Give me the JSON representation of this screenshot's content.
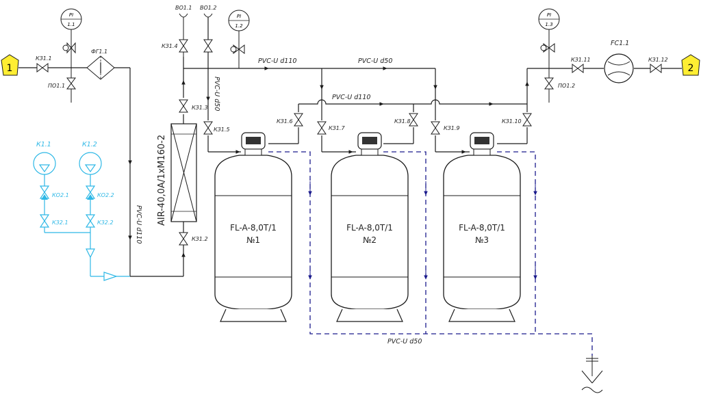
{
  "colors": {
    "line": "#1a1a1a",
    "drain": "#1a1a8c",
    "chem": "#2eb8e6",
    "marker": "#ffee33"
  },
  "markers": {
    "inlet": "1",
    "outlet": "2"
  },
  "pipes": {
    "main_d110": "PVC-U d110",
    "main_d50": "PVC-U d50",
    "cross_d110": "PVC-U d110",
    "drain_d50": "PVC-U d50",
    "air_d50": "PVC-U d50",
    "vert_d110": "PVC-U d110"
  },
  "filter_label": "ФГ1.1",
  "flow_meter_label": "FC1.1",
  "aerator_label": "AIR-40,0A/1xM160-2",
  "gauges": [
    {
      "top": "PI",
      "bottom": "1.1"
    },
    {
      "top": "PI",
      "bottom": "1.2"
    },
    {
      "top": "PI",
      "bottom": "1.3"
    }
  ],
  "valves": {
    "kz11": "КЗ1.1",
    "po11": "ПО1.1",
    "kz14": "КЗ1.4",
    "kz13": "КЗ1.3",
    "kz15": "КЗ1.5",
    "kz12": "КЗ1.2",
    "kz16": "КЗ1.6",
    "kz17": "КЗ1.7",
    "kz18": "КЗ1.8",
    "kz19": "КЗ1.9",
    "kz110": "КЗ1.10",
    "kz111": "КЗ1.11",
    "kz112": "КЗ1.12",
    "po12": "ПО1.2",
    "vo11": "ВО1.1",
    "vo12": "ВО1.2"
  },
  "chem": {
    "k11": "К1.1",
    "k12": "К1.2",
    "ko21": "КО2.1",
    "ko22": "КО2.2",
    "kz21": "КЗ2.1",
    "kz22": "КЗ2.2"
  },
  "tanks": [
    {
      "model": "FL-A-8,0T/1",
      "num": "№1"
    },
    {
      "model": "FL-A-8,0T/1",
      "num": "№2"
    },
    {
      "model": "FL-A-8,0T/1",
      "num": "№3"
    }
  ]
}
